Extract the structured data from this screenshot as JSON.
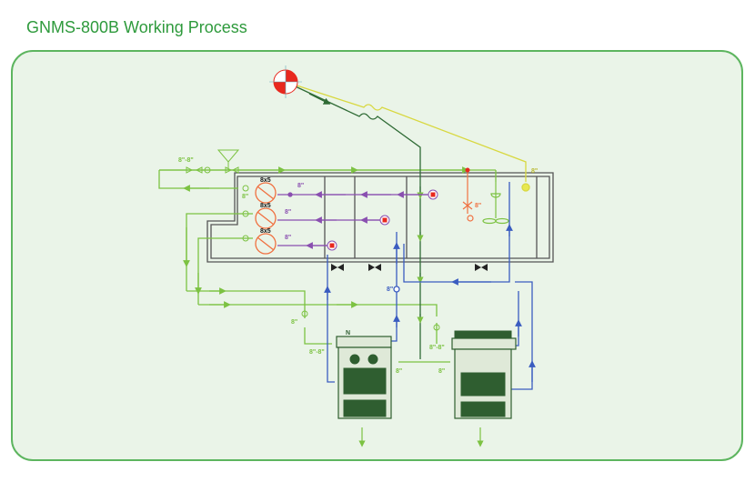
{
  "title": "GNMS-800B Working Process",
  "colors": {
    "accent": "#2e9a3c",
    "frame": "#5db55f",
    "green_line": "#7cc242",
    "dark_green": "#2f6b35",
    "purple": "#8a4fb0",
    "blue": "#3a5cc0",
    "yellow": "#e0e040",
    "red": "#e8281e",
    "orange": "#f07040"
  },
  "labels": {
    "inlet_size": "8\"-8\"",
    "pump_size_1": "8x5",
    "pump_size_2": "8x5",
    "pump_size_3": "8x5",
    "size_8_a": "8\"",
    "size_8_b": "8\"",
    "size_8_c": "8\"",
    "size_8_d": "8\"",
    "size_8_e": "8\"",
    "size_8_f": "8\"",
    "size_8_g": "8\"",
    "size_8_h": "8\"",
    "size_8_i": "8\"",
    "size_8_j": "8\"",
    "size_88_l": "8\"-8\"",
    "size_88_r": "8\"-8\"",
    "n_mark": "N"
  }
}
